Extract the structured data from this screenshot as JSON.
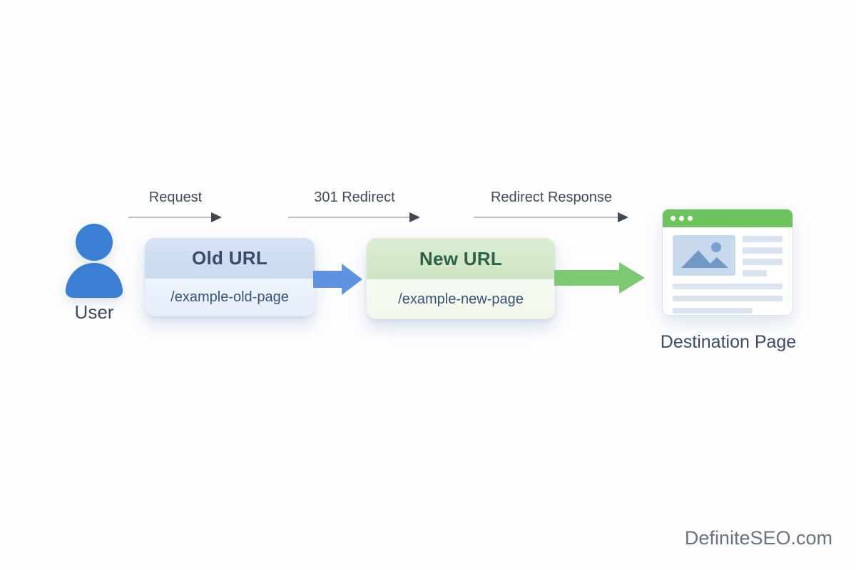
{
  "watermark": "DefiniteSEO.com",
  "user": {
    "label": "User",
    "icon": "person-icon",
    "color": "#3b7fd4"
  },
  "flow_labels": [
    {
      "label": "Request"
    },
    {
      "label": "301 Redirect"
    },
    {
      "label": "Redirect Response"
    }
  ],
  "old_url": {
    "title": "Old URL",
    "path": "/example-old-page",
    "header_color": "#c9daef",
    "body_color": "#eaf1fb",
    "title_color": "#3a4a6b"
  },
  "new_url": {
    "title": "New URL",
    "path": "/example-new-page",
    "header_color": "#cde5c3",
    "body_color": "#f3faf0",
    "title_color": "#2d6147"
  },
  "destination": {
    "label": "Destination Page",
    "bar_color": "#6cc45c"
  },
  "arrows": {
    "blue": "#5e93e2",
    "green": "#7dc872",
    "line": "#b9bec6",
    "head": "#3f4754"
  },
  "icons": {
    "user": "person-icon",
    "window_controls": "window-dots-icon",
    "image_placeholder": "mountain-photo-icon",
    "flow": "arrow-right-icon"
  }
}
